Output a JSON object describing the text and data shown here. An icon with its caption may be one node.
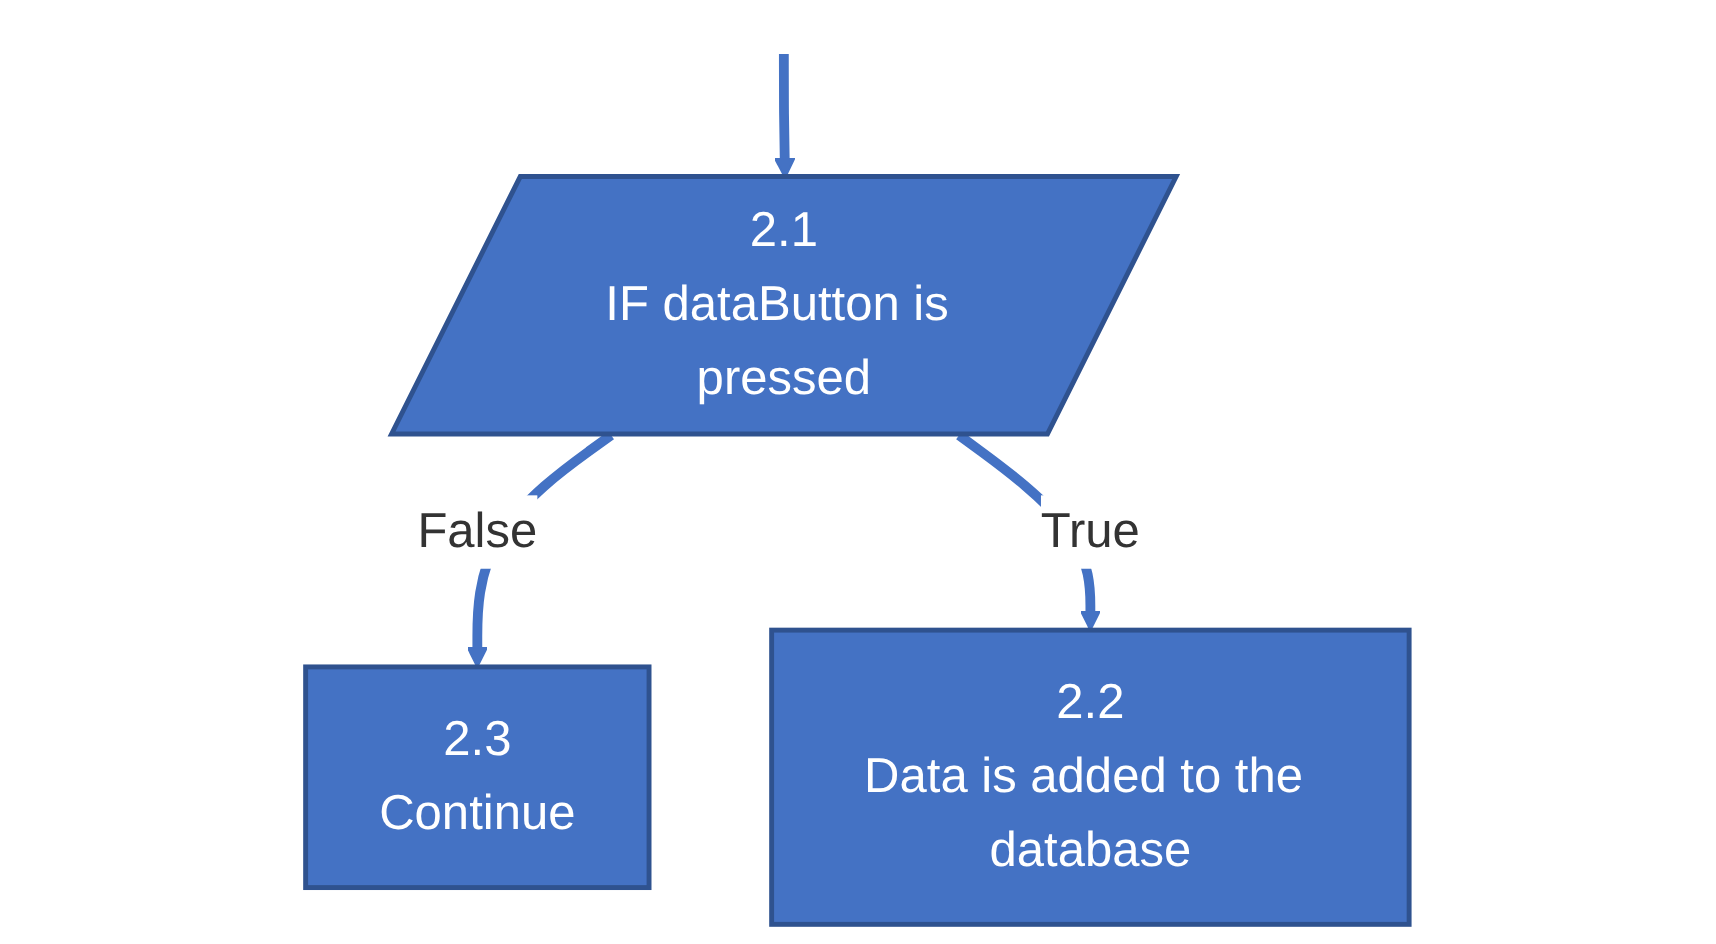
{
  "diagram": {
    "nodes": [
      {
        "text": [
          "2.1",
          "IF dataButton is pressed"
        ]
      },
      {
        "text": [
          "2.3",
          "Continue"
        ]
      },
      {
        "text": [
          "2.2",
          "Data is added to the database"
        ]
      }
    ],
    "edges": [
      {
        "from": null,
        "to": 0,
        "arrow": "to"
      },
      {
        "from": 0,
        "to": 1,
        "label": "False",
        "arrow": "to"
      },
      {
        "from": 0,
        "to": 2,
        "label": "True",
        "arrow": "to"
      }
    ]
  }
}
